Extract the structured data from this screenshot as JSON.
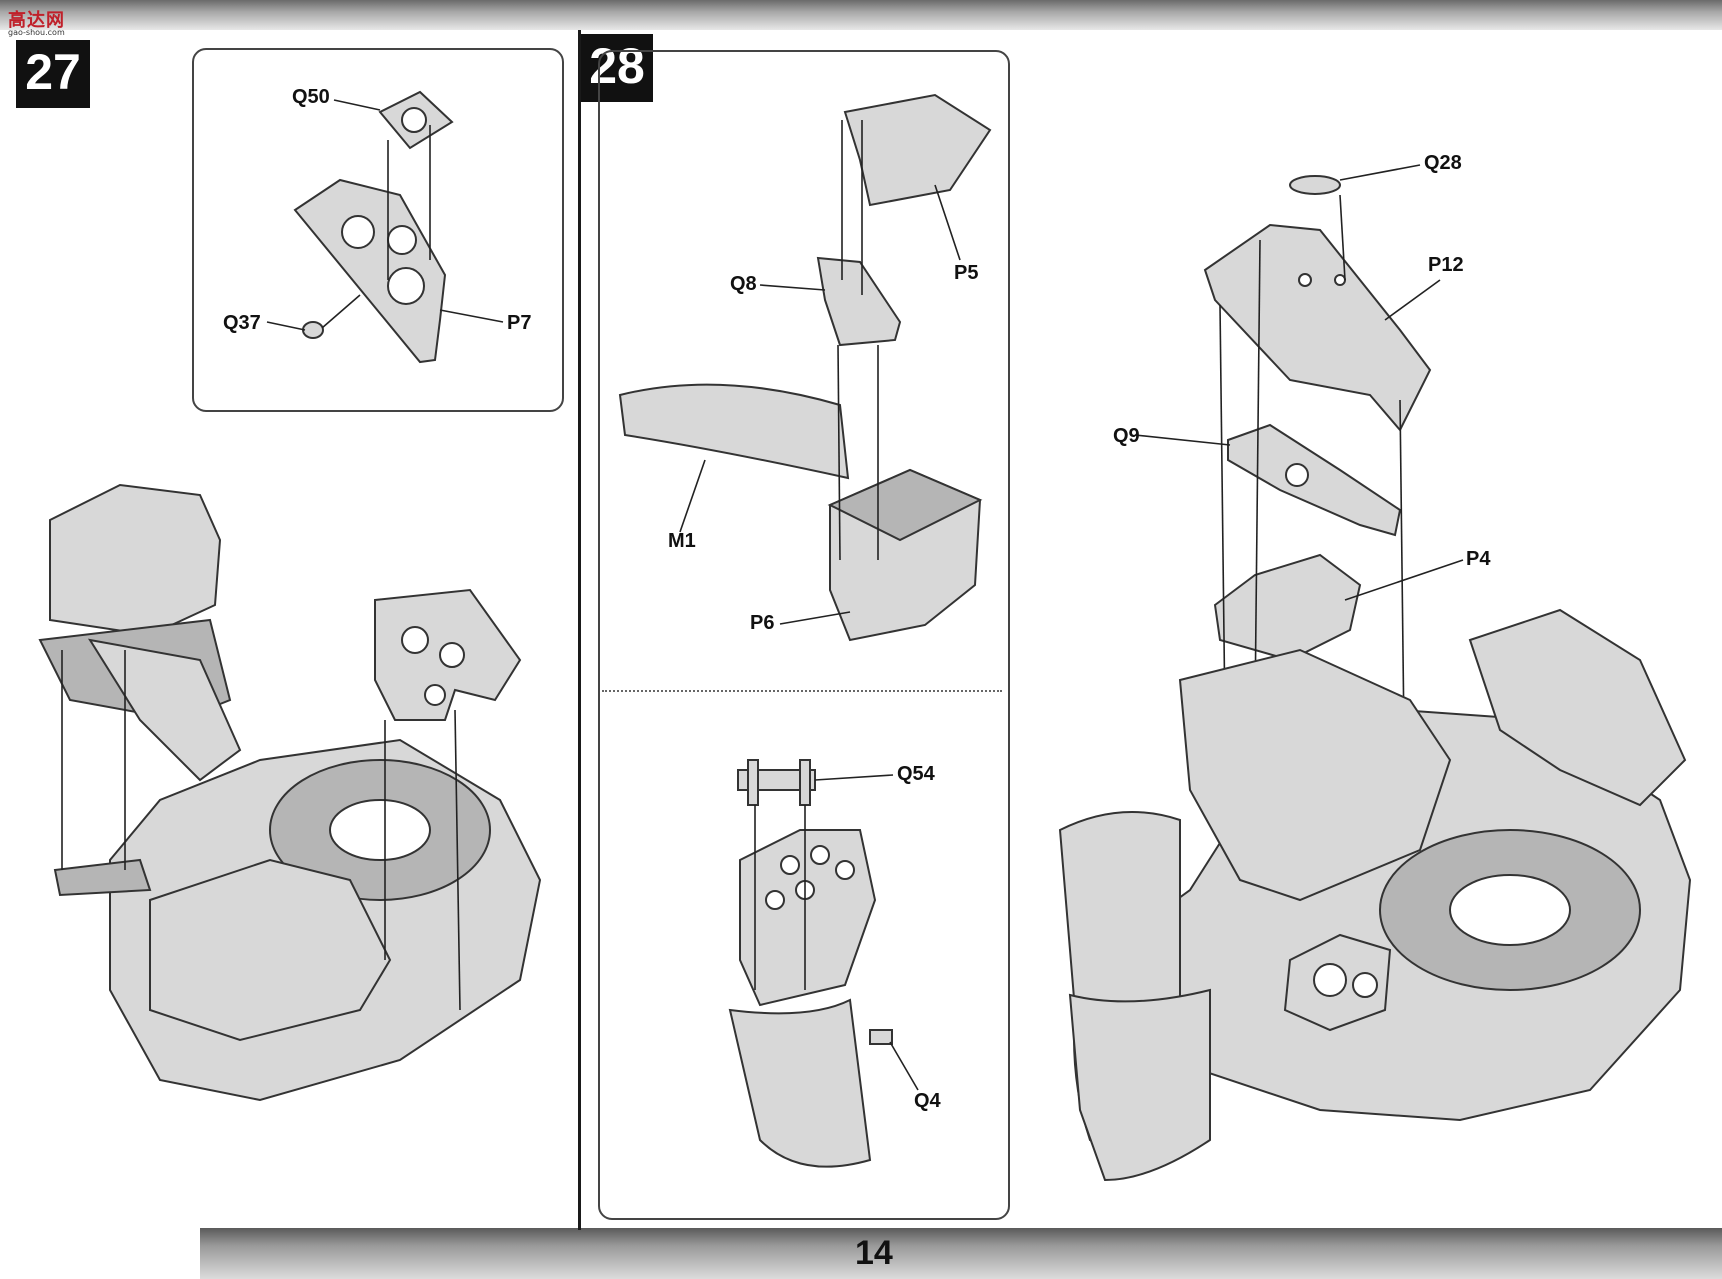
{
  "watermark": {
    "title": "高达网",
    "subtitle": "gao-shou.com"
  },
  "steps": {
    "step_27": "27",
    "step_28": "28"
  },
  "labels": {
    "Q50": "Q50",
    "Q37": "Q37",
    "P7": "P7",
    "P5": "P5",
    "Q8": "Q8",
    "M1": "M1",
    "P6": "P6",
    "Q54": "Q54",
    "Q4": "Q4",
    "Q28": "Q28",
    "P12": "P12",
    "Q9": "Q9",
    "P4": "P4"
  },
  "page_number": "14",
  "colors": {
    "part_fill": "#d8d8d8",
    "part_stroke": "#333333",
    "badge": "#111111",
    "shading": "#b5b5b5"
  }
}
